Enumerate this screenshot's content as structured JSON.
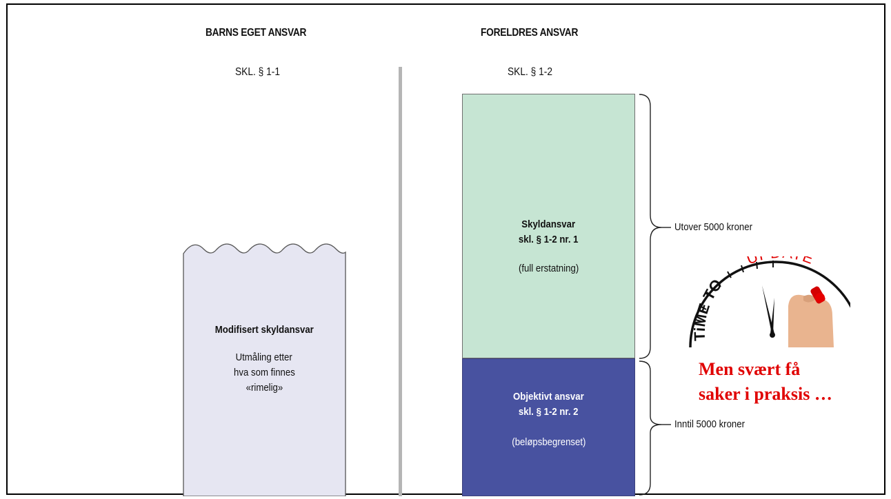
{
  "left_column": {
    "heading": "BARNS EGET ANSVAR",
    "reference": "SKL. § 1-1",
    "box": {
      "title": "Modifisert skyldansvar",
      "lines": [
        "Utmåling etter",
        "hva som finnes",
        "«rimelig»"
      ]
    }
  },
  "right_column": {
    "heading": "FORELDRES ANSVAR",
    "reference": "SKL. § 1-2",
    "upper_box": {
      "title_line1": "Skyldansvar",
      "title_line2": "skl. § 1-2 nr. 1",
      "note": "(full erstatning)"
    },
    "lower_box": {
      "title_line1": "Objektivt ansvar",
      "title_line2": "skl. § 1-2 nr. 2",
      "note": "(beløpsbegrenset)"
    }
  },
  "brace_labels": {
    "upper": "Utover 5000 kroner",
    "lower": "Inntil 5000 kroner"
  },
  "clipart": {
    "text_time_to": "TiME TO",
    "text_update": "UPDATE"
  },
  "annotation": {
    "line1": "Men svært få",
    "line2": "saker i praksis …"
  },
  "colors": {
    "green_box": "#c6e5d3",
    "blue_box": "#4852a0",
    "lilac_box": "#e6e6f2",
    "annotation_red": "#e00000"
  }
}
